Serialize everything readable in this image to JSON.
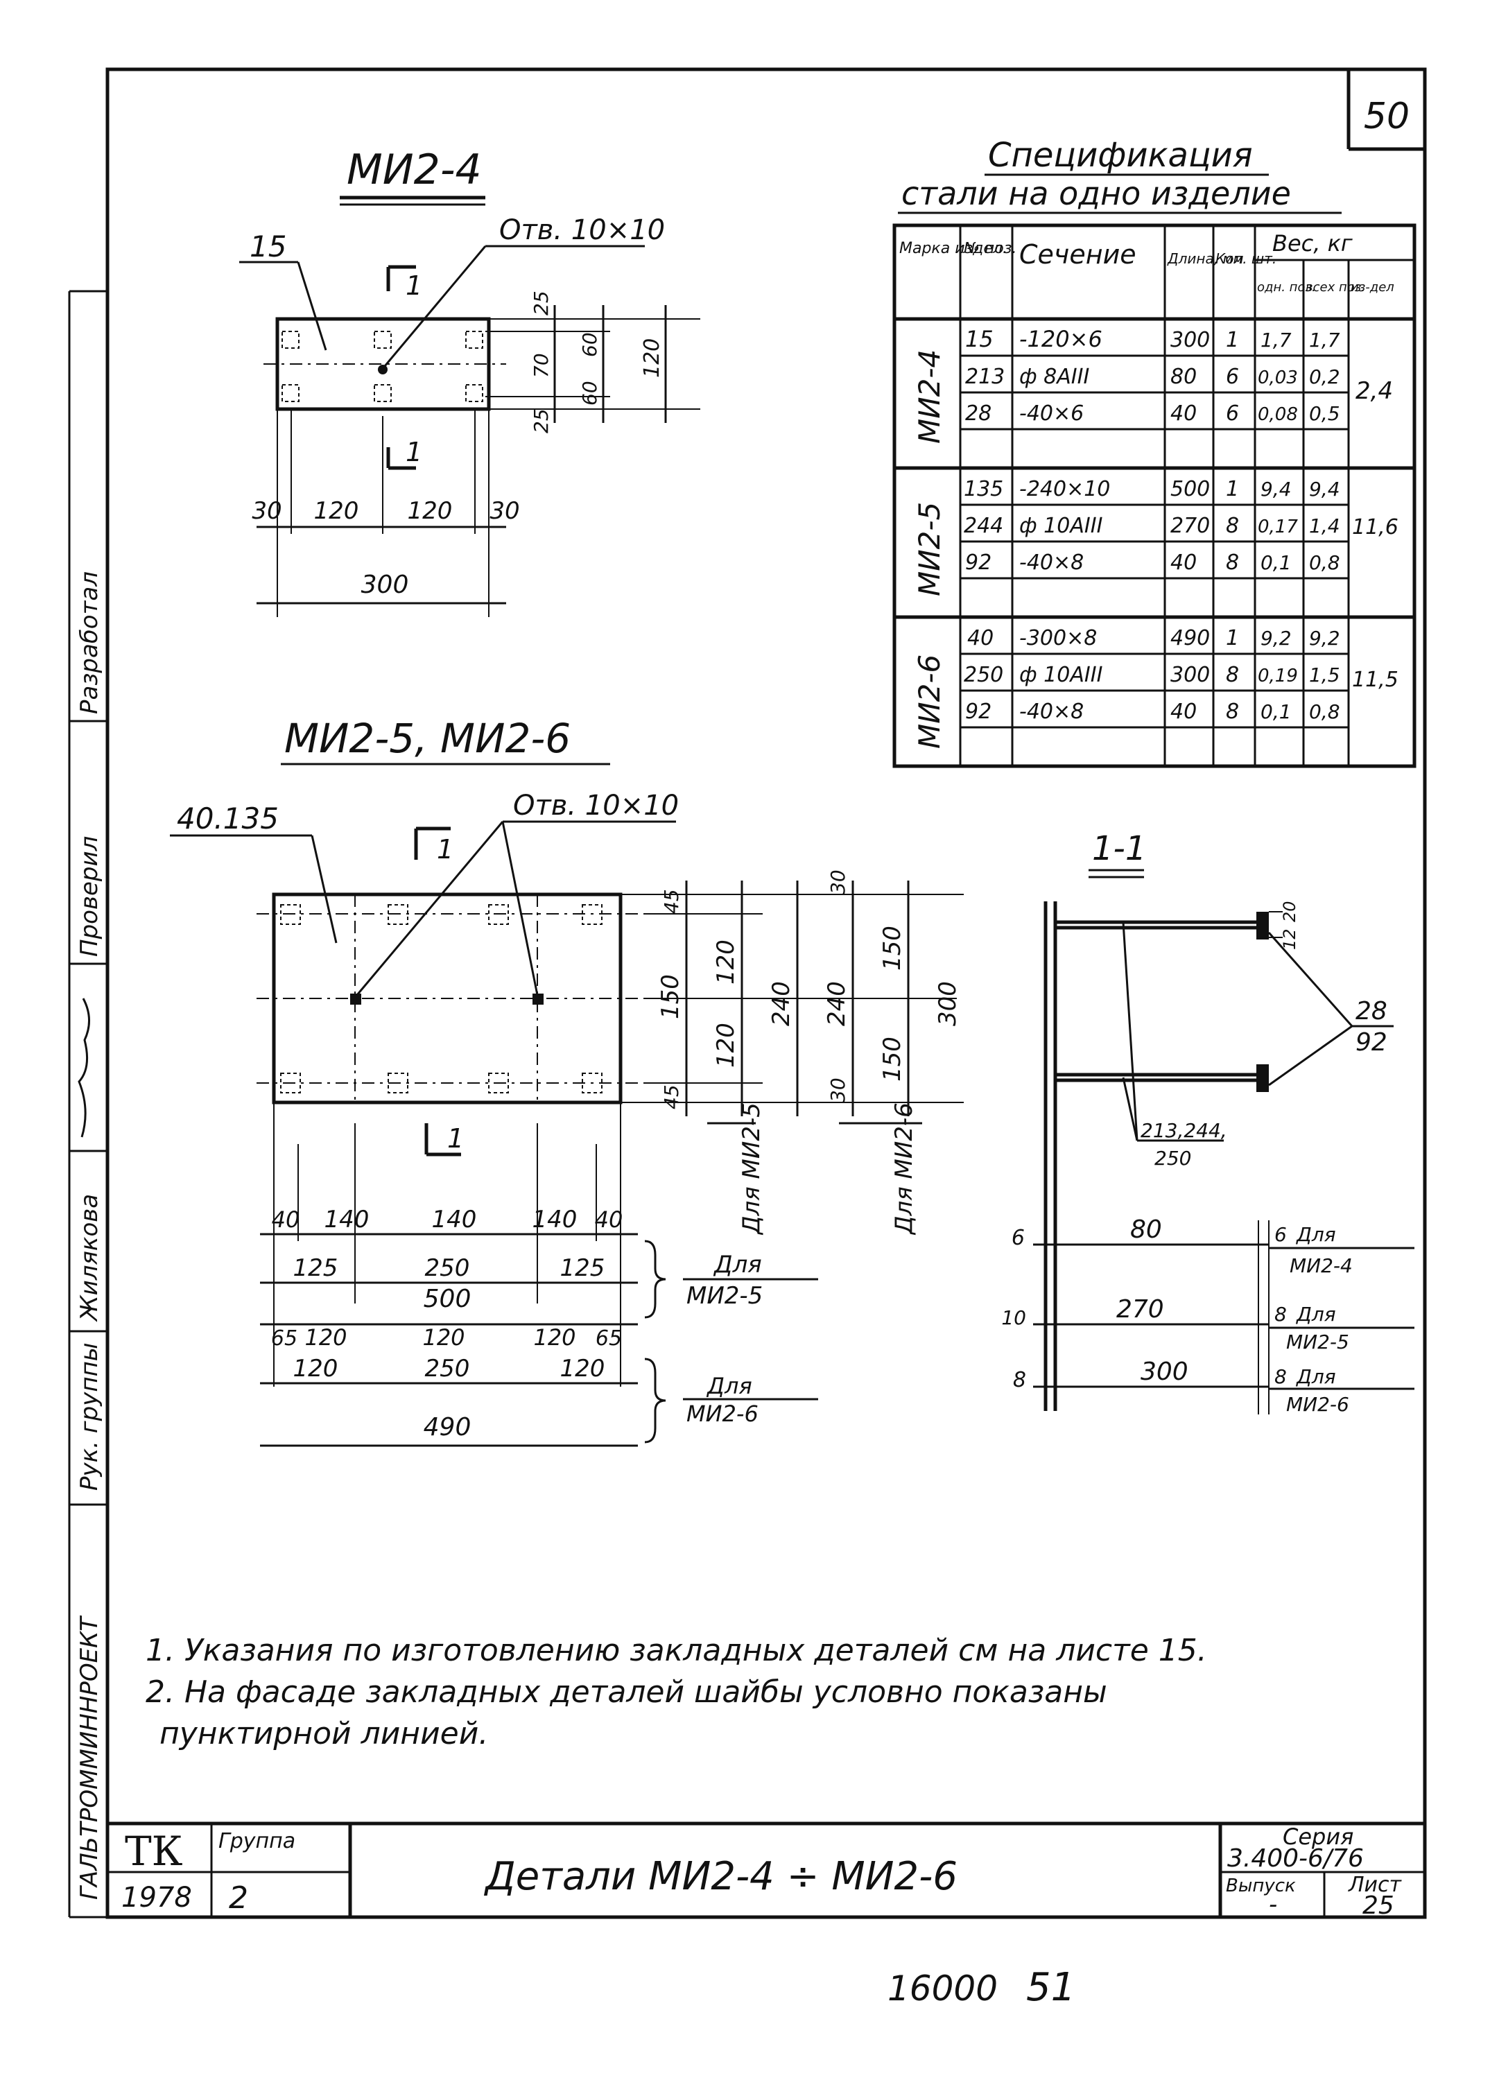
{
  "sheet_number": "50",
  "left_stamp": {
    "cells": [
      "ГАЛЬТРОММИННРОЕКТ",
      "Рук. группы",
      "Жилякова",
      "Проверил",
      "Разработал"
    ]
  },
  "view1": {
    "title": "МИ2-4",
    "callout_part": "15",
    "callout_hole": "Отв. 10×10",
    "section_mark": "1",
    "dims_bottom": [
      "30",
      "120",
      "120",
      "30"
    ],
    "dim_total": "300",
    "dims_right_a": [
      "25",
      "70",
      "25"
    ],
    "dims_right_b": [
      "60",
      "60"
    ],
    "dim_right_total": "120"
  },
  "view2": {
    "title": "МИ2-5, МИ2-6",
    "callout_part": "40.135",
    "callout_hole": "Отв. 10×10",
    "section_mark": "1",
    "dims_right_a": [
      "45",
      "150",
      "45"
    ],
    "dims_right_b": [
      "120",
      "120"
    ],
    "dims_right_c": [
      "240",
      "30",
      "30"
    ],
    "dims_right_d": [
      "150",
      "150"
    ],
    "dim_right_300": "300",
    "for_mi5_vertical": "Для МИ2-5",
    "for_mi6_vertical": "Для МИ2-6",
    "row1": [
      "40",
      "140",
      "140",
      "140",
      "40"
    ],
    "row2": [
      "125",
      "250",
      "125"
    ],
    "row2_total": "500",
    "row2_note_a": "Для",
    "row2_note_b": "МИ2-5",
    "row3": [
      "65",
      "120",
      "120",
      "120",
      "65"
    ],
    "row4": [
      "120",
      "250",
      "120"
    ],
    "row4_total": "490",
    "row4_note_a": "Для",
    "row4_note_b": "МИ2-6"
  },
  "section11": {
    "title": "1-1",
    "weld_a": "20",
    "weld_b": "12",
    "callout_plate_a": "28",
    "callout_plate_b": "92",
    "callout_bars_a": "213,244,",
    "callout_bars_b": "250",
    "rows": [
      {
        "left": "6",
        "length": "80",
        "right": "6",
        "note_a": "Для",
        "note_b": "МИ2-4"
      },
      {
        "left": "10",
        "length": "270",
        "right": "8",
        "note_a": "Для",
        "note_b": "МИ2-5"
      },
      {
        "left": "8",
        "length": "300",
        "right": "8",
        "note_a": "Для",
        "note_b": "МИ2-6"
      }
    ]
  },
  "spec": {
    "title_line1": "Спецификация",
    "title_line2": "стали на одно изделие",
    "headers": {
      "mark": "Марка издел.",
      "pos": "№ поз.",
      "section": "Сечение",
      "length": "Длина, мм",
      "qty": "Кол. шт.",
      "weight": "Вес, кг",
      "w_one": "одн. поз.",
      "w_all": "всех поз.",
      "w_item": "из-дел"
    },
    "groups": [
      {
        "mark": "МИ2-4",
        "total": "2,4",
        "rows": [
          {
            "pos": "15",
            "section": "-120×6",
            "length": "300",
            "qty": "1",
            "w1": "1,7",
            "w2": "1,7"
          },
          {
            "pos": "213",
            "section": "ф 8АIII",
            "length": "80",
            "qty": "6",
            "w1": "0,03",
            "w2": "0,2"
          },
          {
            "pos": "28",
            "section": "-40×6",
            "length": "40",
            "qty": "6",
            "w1": "0,08",
            "w2": "0,5"
          },
          {
            "pos": "",
            "section": "",
            "length": "",
            "qty": "",
            "w1": "",
            "w2": ""
          }
        ]
      },
      {
        "mark": "МИ2-5",
        "total": "11,6",
        "rows": [
          {
            "pos": "135",
            "section": "-240×10",
            "length": "500",
            "qty": "1",
            "w1": "9,4",
            "w2": "9,4"
          },
          {
            "pos": "244",
            "section": "ф 10АIII",
            "length": "270",
            "qty": "8",
            "w1": "0,17",
            "w2": "1,4"
          },
          {
            "pos": "92",
            "section": "-40×8",
            "length": "40",
            "qty": "8",
            "w1": "0,1",
            "w2": "0,8"
          },
          {
            "pos": "",
            "section": "",
            "length": "",
            "qty": "",
            "w1": "",
            "w2": ""
          }
        ]
      },
      {
        "mark": "МИ2-6",
        "total": "11,5",
        "rows": [
          {
            "pos": "40",
            "section": "-300×8",
            "length": "490",
            "qty": "1",
            "w1": "9,2",
            "w2": "9,2"
          },
          {
            "pos": "250",
            "section": "ф 10АIII",
            "length": "300",
            "qty": "8",
            "w1": "0,19",
            "w2": "1,5"
          },
          {
            "pos": "92",
            "section": "-40×8",
            "length": "40",
            "qty": "8",
            "w1": "0,1",
            "w2": "0,8"
          },
          {
            "pos": "",
            "section": "",
            "length": "",
            "qty": "",
            "w1": "",
            "w2": ""
          }
        ]
      }
    ]
  },
  "notes": [
    "1. Указания по изготовлению закладных деталей см на листе 15.",
    "2. На фасаде закладных деталей шайбы условно показаны",
    "пунктирной линией."
  ],
  "title_block": {
    "tk": "ТК",
    "group_label": "Группа",
    "year": "1978",
    "group_value": "2",
    "title": "Детали МИ2-4 ÷ МИ2-6",
    "series_label": "Серия",
    "series_value": "3.400-6/76",
    "issue_label": "Выпуск",
    "issue_value": "-",
    "sheet_label": "Лист",
    "sheet_value": "25"
  },
  "footer": {
    "order": "16000",
    "page": "51"
  }
}
